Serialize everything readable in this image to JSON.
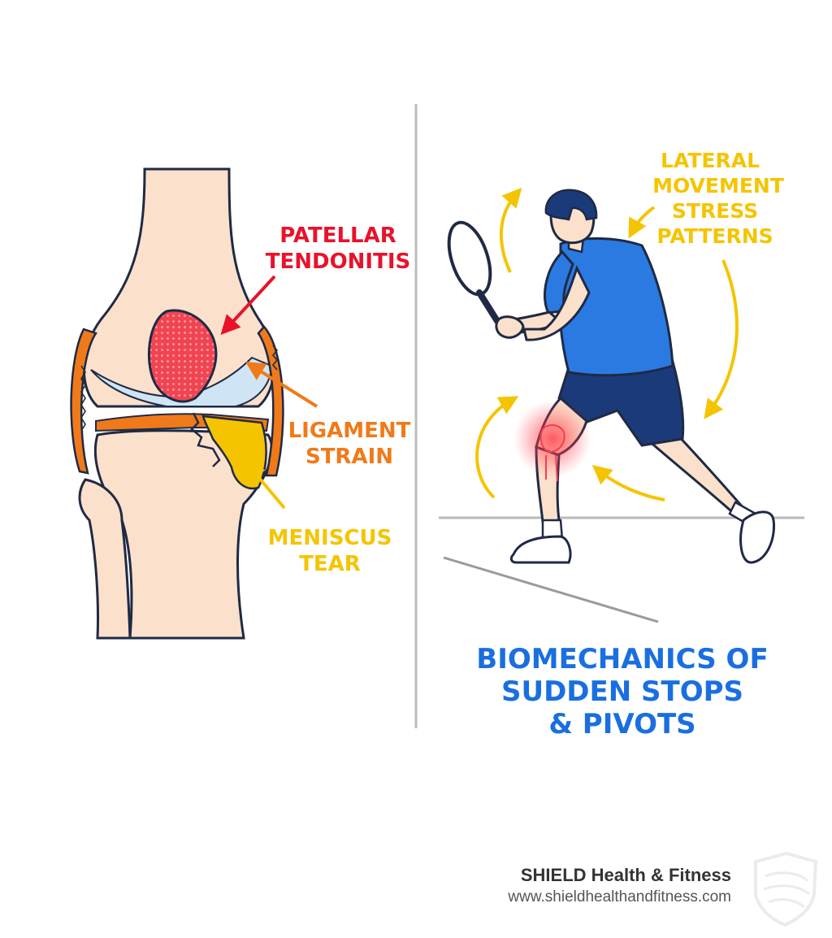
{
  "left_panel": {
    "labels": {
      "patellar": [
        "PATELLAR",
        "TENDONITIS"
      ],
      "ligament": [
        "LIGAMENT",
        "STRAIN"
      ],
      "meniscus": [
        "MENISCUS",
        "TEAR"
      ]
    }
  },
  "right_panel": {
    "stress_label": [
      "LATERAL",
      "MOVEMENT",
      "STRESS",
      "PATTERNS"
    ],
    "title": [
      "BIOMECHANICS OF",
      "SUDDEN STOPS",
      "& PIVOTS"
    ]
  },
  "footer": {
    "brand": "SHIELD Health & Fitness",
    "url": "www.shieldhealthandfitness.com"
  },
  "colors": {
    "red_label": "#e8132b",
    "orange_label": "#f07a1a",
    "yellow_label": "#f5c400",
    "title_blue": "#1a6fe0",
    "bone": "#fbe0cc",
    "outline": "#1f2a44",
    "divider": "#bdbdbd"
  },
  "icons": [
    "shield-icon",
    "tennis-racket-icon"
  ]
}
